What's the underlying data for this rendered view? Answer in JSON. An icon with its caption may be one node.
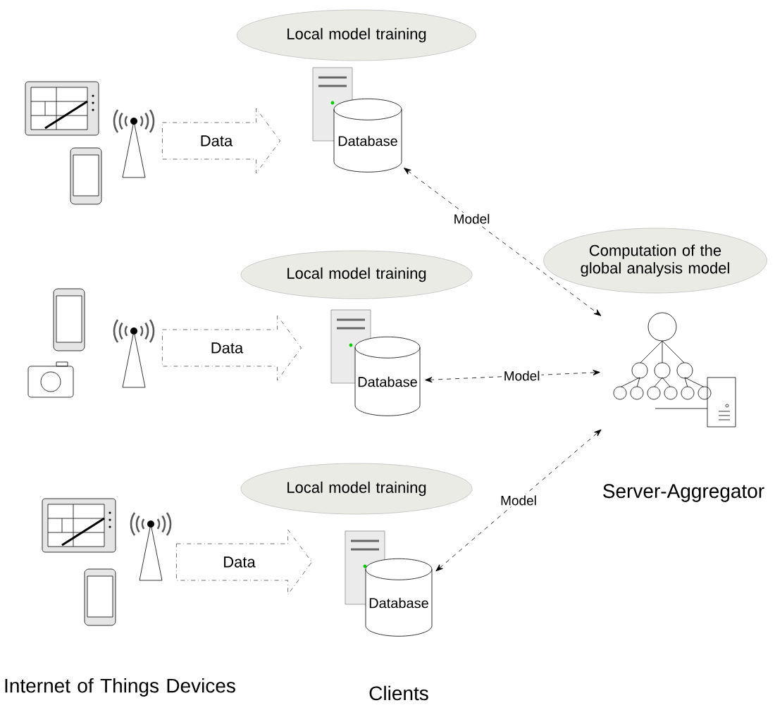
{
  "diagram": {
    "nodes": [
      {
        "text": [],
        "shape": "picture"
      },
      {
        "text": [
          "Local model training"
        ]
      },
      {
        "text": [
          "Database"
        ]
      },
      {
        "text": [],
        "shape": "picture"
      },
      {
        "text": [
          "Local model training"
        ]
      },
      {
        "text": [
          "Database"
        ]
      },
      {
        "text": [],
        "shape": "picture"
      },
      {
        "text": [
          "Local model training"
        ]
      },
      {
        "text": [
          "Database"
        ]
      },
      {
        "text": [
          "Computation of the global analysis model"
        ]
      },
      {
        "text": [],
        "shape": "picture"
      }
    ],
    "edges": [
      {
        "from": 0,
        "to": 2,
        "arrow": "to",
        "label": "Data",
        "style": "dashed"
      },
      {
        "from": 3,
        "to": 5,
        "arrow": "to",
        "label": "Data",
        "style": "dashed"
      },
      {
        "from": 6,
        "to": 8,
        "arrow": "to",
        "label": "Data",
        "style": "dashed"
      },
      {
        "from": 2,
        "to": 10,
        "arrow": "both",
        "label": "Model",
        "style": "dashed"
      },
      {
        "from": 5,
        "to": 10,
        "arrow": "both",
        "label": "Model",
        "style": "dashed"
      },
      {
        "from": 8,
        "to": 10,
        "arrow": "both",
        "label": "Model",
        "style": "dashed"
      }
    ],
    "labels": [
      "Server-Aggregator",
      "Internet of Things Devices",
      "Clients"
    ]
  }
}
